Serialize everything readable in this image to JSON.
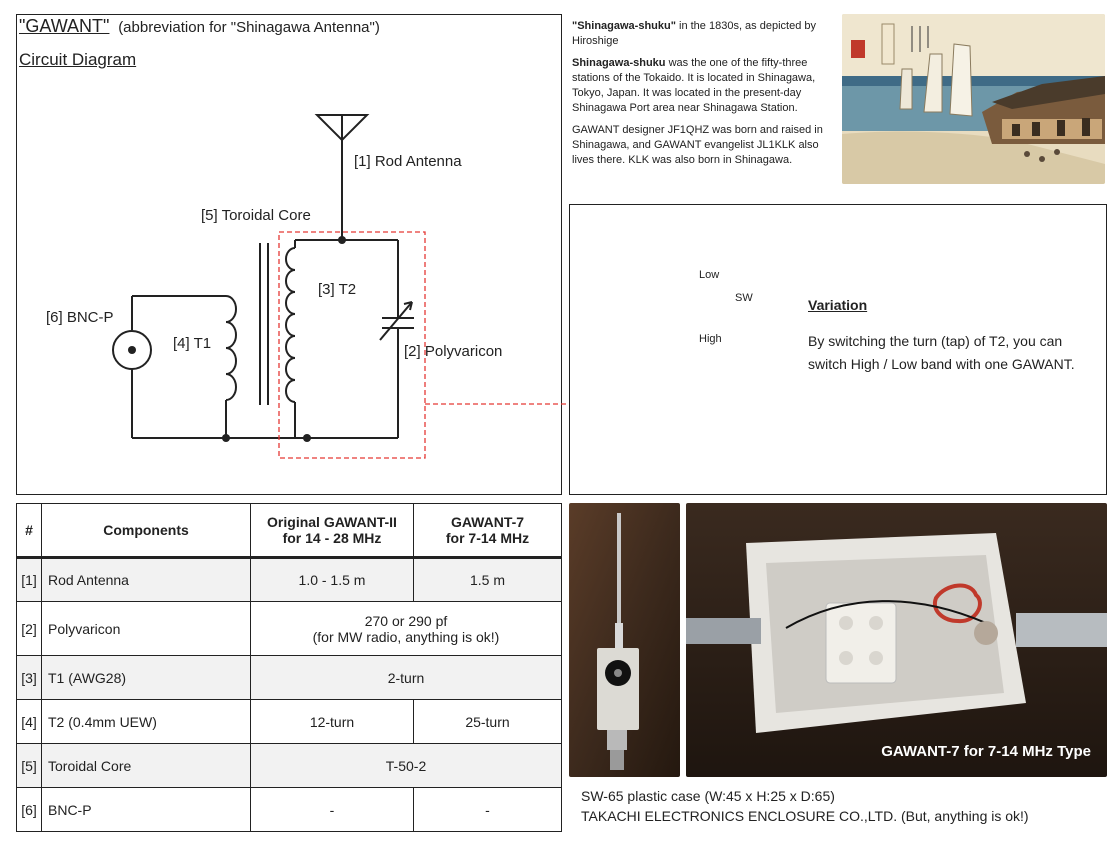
{
  "header": {
    "title": "\"GAWANT\"",
    "subtitle": "(abbreviation for \"Shinagawa Antenna\")",
    "diagram_label": "Circuit Diagram"
  },
  "circuit": {
    "labels": {
      "rod": "[1] Rod Antenna",
      "core": "[5] Toroidal Core",
      "t2": "[3] T2",
      "bnc": "[6] BNC-P",
      "t1": "[4] T1",
      "poly": "[2] Polyvaricon"
    }
  },
  "info": {
    "p1_bold": "\"Shinagawa-shuku\"",
    "p1_rest": " in the 1830s, as depicted by Hiroshige",
    "p2_bold": "Shinagawa-shuku",
    "p2_rest": " was the one of the fifty-three stations of the Tokaido. It is located in Shinagawa, Tokyo, Japan. It was located in the present-day Shinagawa Port area near Shinagawa Station.",
    "p3": "GAWANT designer JF1QHZ was born and raised in Shinagawa, and GAWANT evangelist JL1KLK also lives there. KLK was also born in Shinagawa."
  },
  "variation": {
    "low": "Low",
    "high": "High",
    "sw": "SW",
    "title": "Variation",
    "text": "By switching the turn (tap) of T2, you can switch High / Low band with one GAWANT."
  },
  "table": {
    "headers": [
      "#",
      "Components",
      "Original GAWANT-II\nfor 14 - 28 MHz",
      "GAWANT-7\nfor 7-14 MHz"
    ],
    "rows": [
      {
        "num": "[1]",
        "name": "Rod Antenna",
        "a": "1.0 - 1.5 m",
        "b": "1.5 m"
      },
      {
        "num": "[2]",
        "name": "Polyvaricon",
        "merged": "270 or 290 pf",
        "merged2": "(for MW radio, anything is ok!)"
      },
      {
        "num": "[3]",
        "name": "T1 (AWG28)",
        "merged": "2-turn"
      },
      {
        "num": "[4]",
        "name": "T2 (0.4mm UEW)",
        "a": "12-turn",
        "b": "25-turn"
      },
      {
        "num": "[5]",
        "name": "Toroidal Core",
        "merged": "T-50-2"
      },
      {
        "num": "[6]",
        "name": "BNC-P",
        "a": "-",
        "b": "-"
      }
    ]
  },
  "photos": {
    "caption": "GAWANT-7 for 7-14 MHz Type",
    "case_line1": "SW-65 plastic case (W:45 x H:25 x D:65)",
    "case_line2": "TAKACHI ELECTRONICS ENCLOSURE CO.,LTD. (But, anything is ok!)"
  },
  "colors": {
    "dashed_box": "#e53935",
    "wire": "#222222"
  }
}
